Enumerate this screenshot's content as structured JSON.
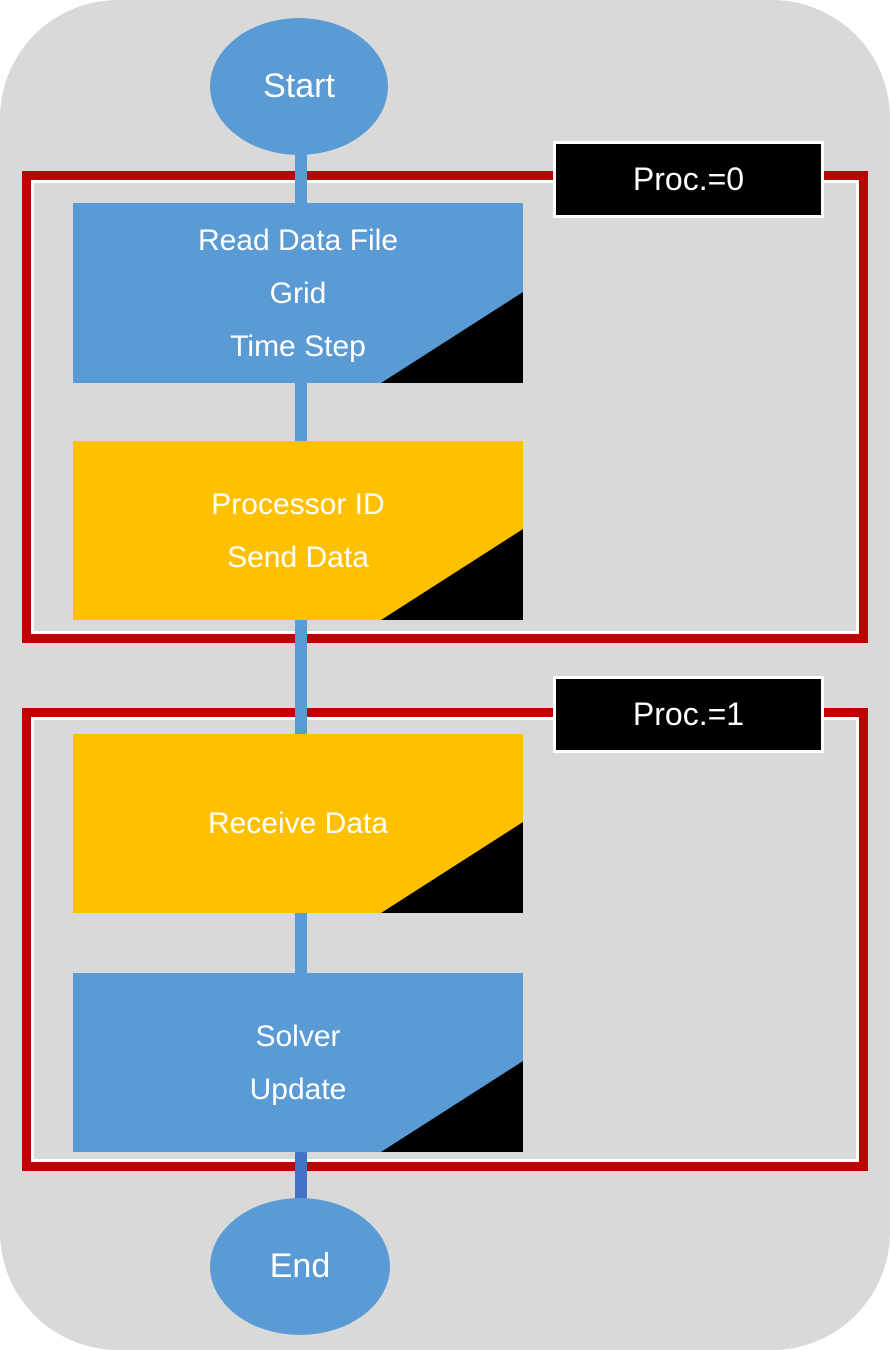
{
  "diagram": {
    "type": "flowchart",
    "colors": {
      "panel_bg": "#d9d9d9",
      "shape_blue": "#5b9bd5",
      "shape_gold": "#ffc000",
      "region_border_red": "#c00000",
      "label_bg_black": "#000000",
      "connector_light": "#5b9bd5",
      "connector_dark": "#4472c4",
      "text": "#ffffff"
    },
    "start": {
      "label": "Start"
    },
    "end": {
      "label": "End"
    },
    "regions": [
      {
        "label": "Proc.=0"
      },
      {
        "label": "Proc.=1"
      }
    ],
    "steps": [
      {
        "lines": [
          "Read Data File",
          "Grid",
          "Time Step"
        ],
        "color": "blue",
        "region": "Proc.=0"
      },
      {
        "lines": [
          "Processor ID",
          "Send Data"
        ],
        "color": "gold",
        "region": "Proc.=0"
      },
      {
        "lines": [
          "Receive Data"
        ],
        "color": "gold",
        "region": "Proc.=1"
      },
      {
        "lines": [
          "Solver",
          "Update"
        ],
        "color": "blue",
        "region": "Proc.=1"
      }
    ]
  }
}
